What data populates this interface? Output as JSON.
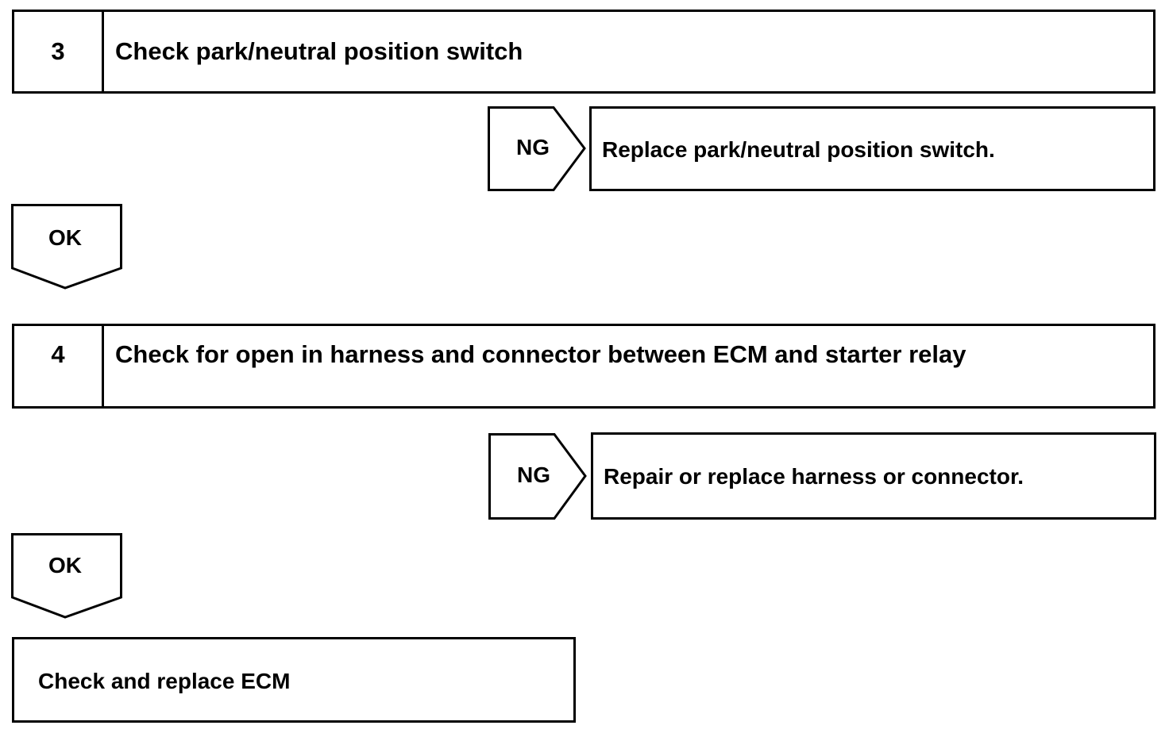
{
  "steps": [
    {
      "number": "3",
      "text": "Check park/neutral position switch"
    },
    {
      "number": "4",
      "text": "Check for open in harness and connector between ECM and starter relay"
    }
  ],
  "ng_branches": [
    {
      "label": "NG",
      "result": "Replace park/neutral position switch."
    },
    {
      "label": "NG",
      "result": "Repair or replace harness or connector."
    }
  ],
  "ok_arrows": [
    {
      "label": "OK"
    },
    {
      "label": "OK"
    }
  ],
  "final_step": {
    "text": "Check and replace ECM"
  }
}
